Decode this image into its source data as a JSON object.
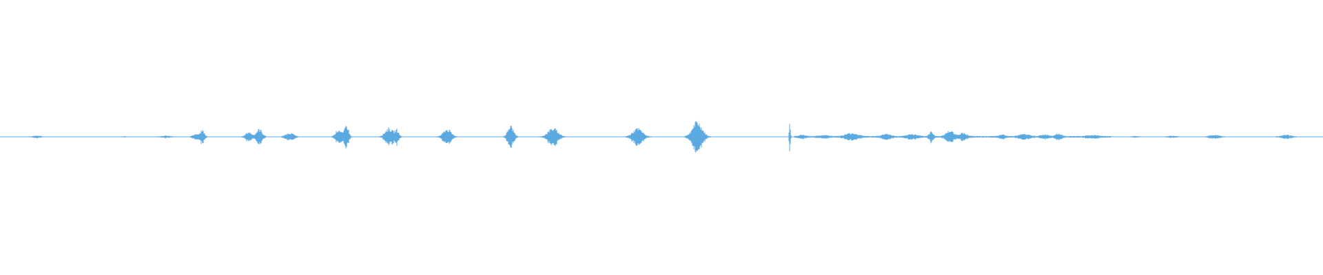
{
  "waveform": {
    "color": "#5aa9e0",
    "background": "#ffffff",
    "duration_fraction_bursts": [
      {
        "t": 0.028,
        "a": 0.05,
        "w": 0.004
      },
      {
        "t": 0.094,
        "a": 0.02,
        "w": 0.002
      },
      {
        "t": 0.125,
        "a": 0.04,
        "w": 0.005
      },
      {
        "t": 0.148,
        "a": 0.12,
        "w": 0.003
      },
      {
        "t": 0.153,
        "a": 0.3,
        "w": 0.002
      },
      {
        "t": 0.188,
        "a": 0.22,
        "w": 0.003
      },
      {
        "t": 0.196,
        "a": 0.35,
        "w": 0.003
      },
      {
        "t": 0.219,
        "a": 0.18,
        "w": 0.004
      },
      {
        "t": 0.256,
        "a": 0.35,
        "w": 0.003
      },
      {
        "t": 0.262,
        "a": 0.55,
        "w": 0.002
      },
      {
        "t": 0.294,
        "a": 0.4,
        "w": 0.004
      },
      {
        "t": 0.3,
        "a": 0.3,
        "w": 0.002
      },
      {
        "t": 0.338,
        "a": 0.35,
        "w": 0.004
      },
      {
        "t": 0.386,
        "a": 0.5,
        "w": 0.003
      },
      {
        "t": 0.418,
        "a": 0.4,
        "w": 0.005
      },
      {
        "t": 0.482,
        "a": 0.38,
        "w": 0.005
      },
      {
        "t": 0.527,
        "a": 0.7,
        "w": 0.005
      },
      {
        "t": 0.597,
        "a": 0.65,
        "w": 0.0006
      },
      {
        "t": 0.606,
        "a": 0.06,
        "w": 0.004
      },
      {
        "t": 0.623,
        "a": 0.05,
        "w": 0.005
      },
      {
        "t": 0.644,
        "a": 0.15,
        "w": 0.006
      },
      {
        "t": 0.67,
        "a": 0.12,
        "w": 0.004
      },
      {
        "t": 0.69,
        "a": 0.1,
        "w": 0.005
      },
      {
        "t": 0.704,
        "a": 0.22,
        "w": 0.002
      },
      {
        "t": 0.718,
        "a": 0.25,
        "w": 0.004
      },
      {
        "t": 0.728,
        "a": 0.15,
        "w": 0.004
      },
      {
        "t": 0.758,
        "a": 0.08,
        "w": 0.003
      },
      {
        "t": 0.774,
        "a": 0.1,
        "w": 0.005
      },
      {
        "t": 0.79,
        "a": 0.08,
        "w": 0.004
      },
      {
        "t": 0.8,
        "a": 0.14,
        "w": 0.003
      },
      {
        "t": 0.826,
        "a": 0.05,
        "w": 0.006
      },
      {
        "t": 0.858,
        "a": 0.03,
        "w": 0.003
      },
      {
        "t": 0.886,
        "a": 0.04,
        "w": 0.004
      },
      {
        "t": 0.918,
        "a": 0.08,
        "w": 0.005
      },
      {
        "t": 0.972,
        "a": 0.09,
        "w": 0.005
      }
    ]
  }
}
